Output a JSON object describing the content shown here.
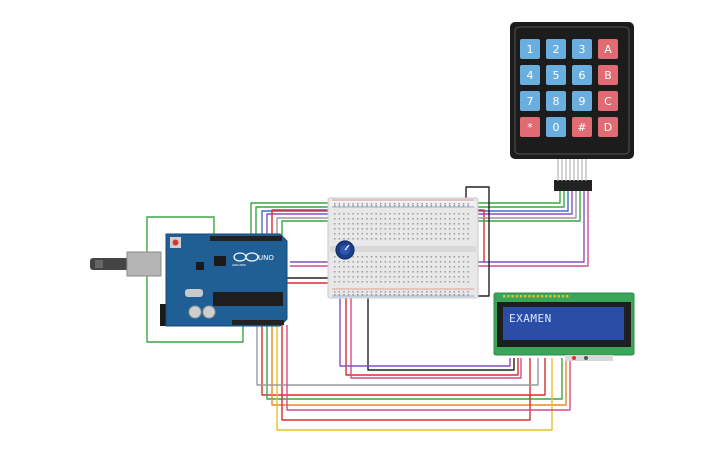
{
  "keypad": {
    "keys": [
      {
        "label": "1",
        "color": "#6aaee0"
      },
      {
        "label": "2",
        "color": "#6aaee0"
      },
      {
        "label": "3",
        "color": "#6aaee0"
      },
      {
        "label": "A",
        "color": "#e06b73"
      },
      {
        "label": "4",
        "color": "#6aaee0"
      },
      {
        "label": "5",
        "color": "#6aaee0"
      },
      {
        "label": "6",
        "color": "#6aaee0"
      },
      {
        "label": "B",
        "color": "#e06b73"
      },
      {
        "label": "7",
        "color": "#6aaee0"
      },
      {
        "label": "8",
        "color": "#6aaee0"
      },
      {
        "label": "9",
        "color": "#6aaee0"
      },
      {
        "label": "C",
        "color": "#e06b73"
      },
      {
        "label": "*",
        "color": "#e06b73"
      },
      {
        "label": "0",
        "color": "#6aaee0"
      },
      {
        "label": "#",
        "color": "#e06b73"
      },
      {
        "label": "D",
        "color": "#e06b73"
      }
    ]
  },
  "lcd": {
    "text": "EXAMEN"
  },
  "arduino": {
    "model": "UNO",
    "brand": "ARDUINO"
  },
  "colors": {
    "board": "#1f5f96",
    "lcd_pcb": "#3aa65a",
    "lcd_screen": "#2a4ea8",
    "wire_red": "#d62f2f",
    "wire_green": "#3aa645",
    "wire_yellow": "#e5c02a",
    "wire_orange": "#ea8a25",
    "wire_black": "#222222",
    "wire_purple": "#8a4fc0",
    "wire_magenta": "#d24b8c",
    "wire_blue": "#3b6fd1",
    "wire_gray": "#9a9a9a"
  }
}
